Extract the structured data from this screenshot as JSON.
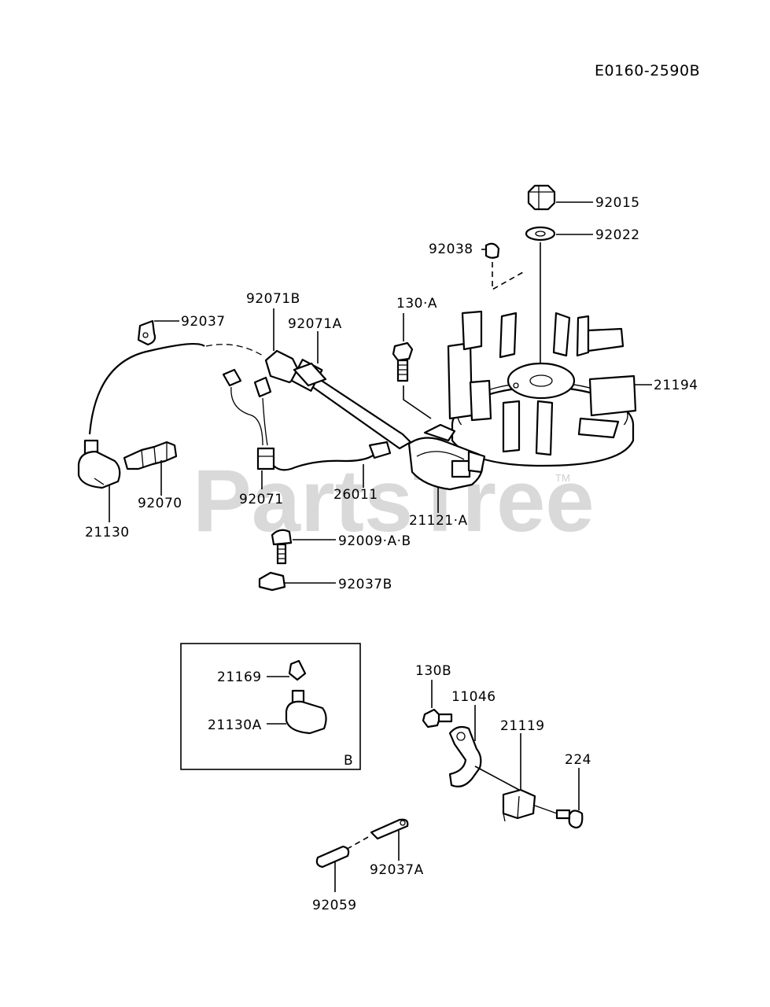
{
  "diagram": {
    "code": "E0160-2590B",
    "watermark": "PartsTree",
    "trademark": "TM",
    "inset_letter": "B"
  },
  "parts": [
    {
      "id": "92015",
      "label": "92015"
    },
    {
      "id": "92022",
      "label": "92022"
    },
    {
      "id": "92038",
      "label": "92038"
    },
    {
      "id": "130A",
      "label": "130·A"
    },
    {
      "id": "21194",
      "label": "21194"
    },
    {
      "id": "92071B",
      "label": "92071B"
    },
    {
      "id": "92071A",
      "label": "92071A"
    },
    {
      "id": "92037",
      "label": "92037"
    },
    {
      "id": "92070",
      "label": "92070"
    },
    {
      "id": "21130",
      "label": "21130"
    },
    {
      "id": "92071",
      "label": "92071"
    },
    {
      "id": "26011",
      "label": "26011"
    },
    {
      "id": "21121A",
      "label": "21121·A"
    },
    {
      "id": "92009AB",
      "label": "92009·A·B"
    },
    {
      "id": "92037B",
      "label": "92037B"
    },
    {
      "id": "21169",
      "label": "21169"
    },
    {
      "id": "21130A",
      "label": "21130A"
    },
    {
      "id": "130B",
      "label": "130B"
    },
    {
      "id": "11046",
      "label": "11046"
    },
    {
      "id": "21119",
      "label": "21119"
    },
    {
      "id": "224",
      "label": "224"
    },
    {
      "id": "92037A",
      "label": "92037A"
    },
    {
      "id": "92059",
      "label": "92059"
    }
  ]
}
